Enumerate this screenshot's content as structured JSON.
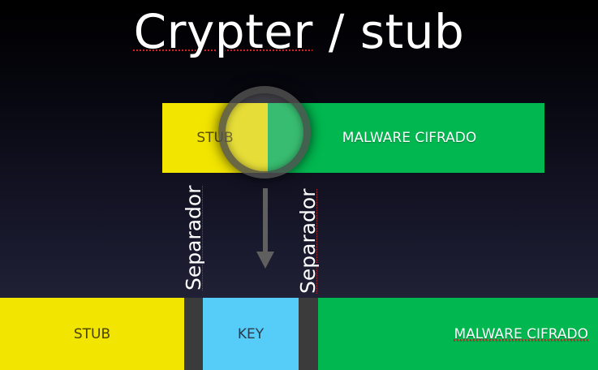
{
  "title": {
    "word1": "Crypter",
    "rest": " / stub"
  },
  "top_row": {
    "stub_label": "STUB",
    "malware_label": "MALWARE CIFRADO"
  },
  "separators": {
    "label_1": "Separador",
    "label_2": "Separador"
  },
  "bottom_row": {
    "stub_label": "STUB",
    "key_label": "KEY",
    "malware_label": "MALWARE CIFRADO"
  },
  "colors": {
    "stub": "#f2e500",
    "malware": "#00b84f",
    "key": "#56cdf8",
    "separator": "#3b3b3b",
    "spellcheck_underline": "#d2232a"
  },
  "icons": {
    "lens": "magnifier-lens-icon",
    "arrow": "arrow-down-icon"
  }
}
